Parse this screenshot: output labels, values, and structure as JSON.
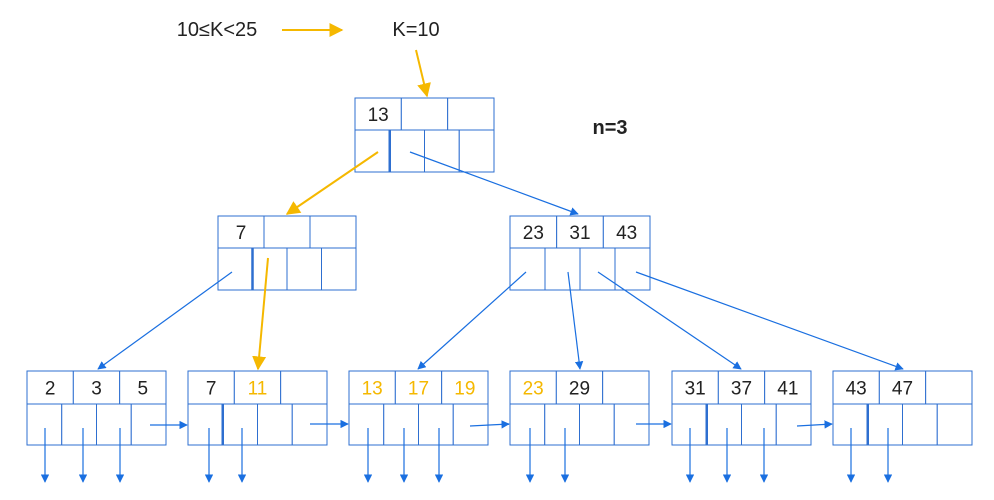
{
  "header": {
    "query_label": "10≤K<25",
    "search_label": "K=10",
    "order_label": "n=3"
  },
  "colors": {
    "box": "#2e6fd0",
    "arrow": "#1a6fe0",
    "highlight": "#f5b800",
    "text": "#222222"
  },
  "tree": {
    "root": {
      "keys": [
        "13",
        "",
        ""
      ],
      "highlight": [
        false,
        false,
        false
      ]
    },
    "internal": [
      {
        "keys": [
          "7",
          "",
          ""
        ],
        "highlight": [
          false,
          false,
          false
        ]
      },
      {
        "keys": [
          "23",
          "31",
          "43"
        ],
        "highlight": [
          false,
          false,
          false
        ]
      }
    ],
    "leaves": [
      {
        "keys": [
          "2",
          "3",
          "5"
        ],
        "highlight": [
          false,
          false,
          false
        ]
      },
      {
        "keys": [
          "7",
          "11",
          ""
        ],
        "highlight": [
          false,
          true,
          false
        ]
      },
      {
        "keys": [
          "13",
          "17",
          "19"
        ],
        "highlight": [
          true,
          true,
          true
        ]
      },
      {
        "keys": [
          "23",
          "29",
          ""
        ],
        "highlight": [
          true,
          false,
          false
        ]
      },
      {
        "keys": [
          "31",
          "37",
          "41"
        ],
        "highlight": [
          false,
          false,
          false
        ]
      },
      {
        "keys": [
          "43",
          "47",
          ""
        ],
        "highlight": [
          false,
          false,
          false
        ]
      }
    ]
  }
}
